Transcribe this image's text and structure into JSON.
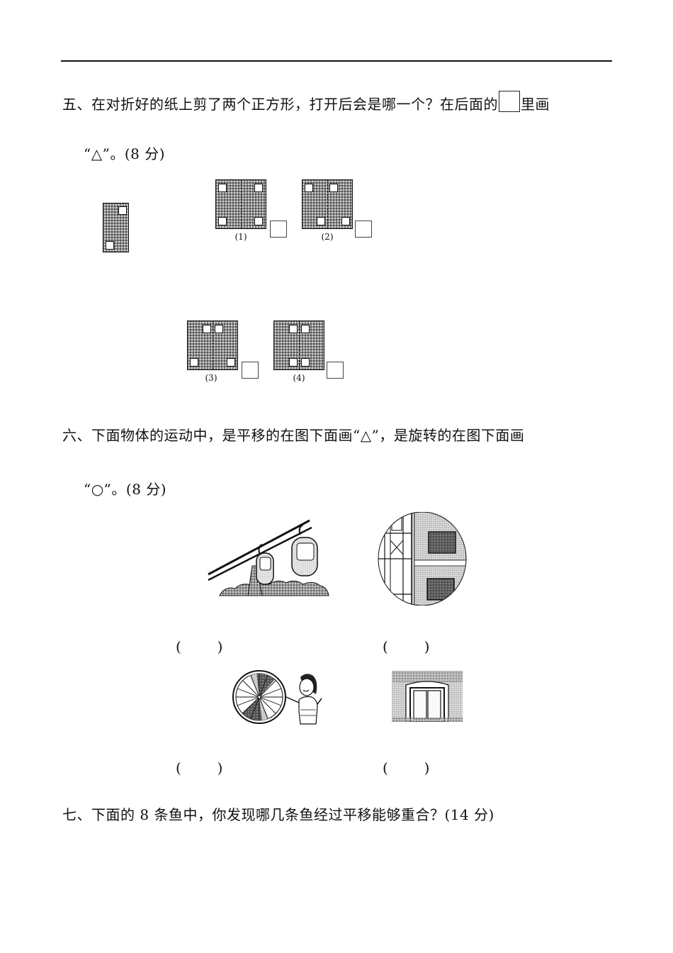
{
  "page": {
    "header_rule": true
  },
  "q5": {
    "line1_a": "五、在对折好的纸上剪了两个正方形，打开后会是哪一个？在后面的",
    "line1_b": "里画",
    "line2": "“△”。(8 分)",
    "folded_paper": {
      "description": "folded strip with two cut squares (top-right, bottom-left)"
    },
    "options": [
      {
        "label": "(1)",
        "holes": "four corners"
      },
      {
        "label": "(2)",
        "holes": "top-left, top-center-right, bottom-center-left, bottom-right"
      },
      {
        "label": "(3)",
        "holes": "two at top beside fold, bottom-left, bottom-right"
      },
      {
        "label": "(4)",
        "holes": "two at top beside fold, two at bottom beside fold"
      }
    ]
  },
  "q6": {
    "line1": "六、下面物体的运动中，是平移的在图下面画“△”，是旋转的在图下面画",
    "line2": "“○”。(8 分)",
    "items": [
      {
        "scene": "cable-car",
        "answer": "(        )"
      },
      {
        "scene": "elevator-building",
        "answer": "(        )"
      },
      {
        "scene": "spinning-wheel-girl",
        "answer": "(        )"
      },
      {
        "scene": "sliding-window",
        "answer": "(        )"
      }
    ]
  },
  "q7": {
    "line1": "七、下面的 8 条鱼中，你发现哪几条鱼经过平移能够重合？(14 分)"
  }
}
